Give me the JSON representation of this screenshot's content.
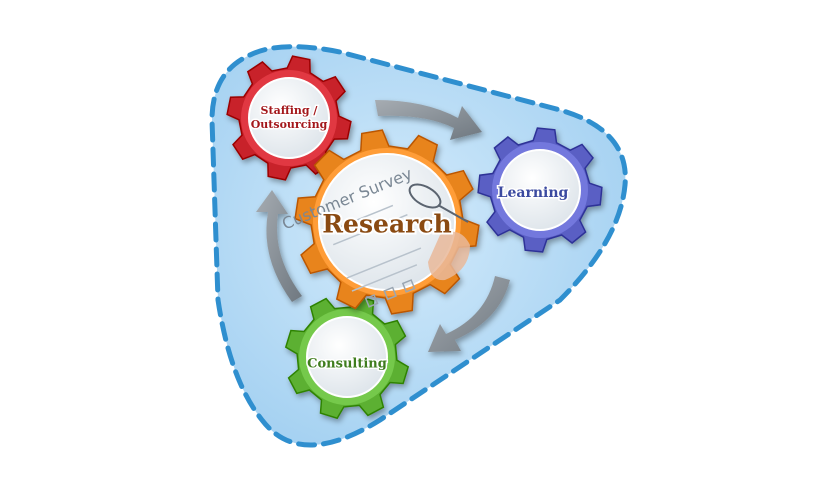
{
  "diagram": {
    "center": {
      "label": "Research",
      "survey_text": "Customer Survey",
      "color": "#e8841e"
    },
    "gears": [
      {
        "id": "staffing",
        "label_line1": "Staffing /",
        "label_line2": "Outsourcing",
        "color": "#c8202a"
      },
      {
        "id": "learning",
        "label": "Learning",
        "color": "#5a5fc4"
      },
      {
        "id": "consulting",
        "label": "Consulting",
        "color": "#5cb032"
      }
    ],
    "cycle": {
      "background": "#aad4f2",
      "border": "#2f8fcf",
      "arrow_color": "#8d959c"
    }
  }
}
